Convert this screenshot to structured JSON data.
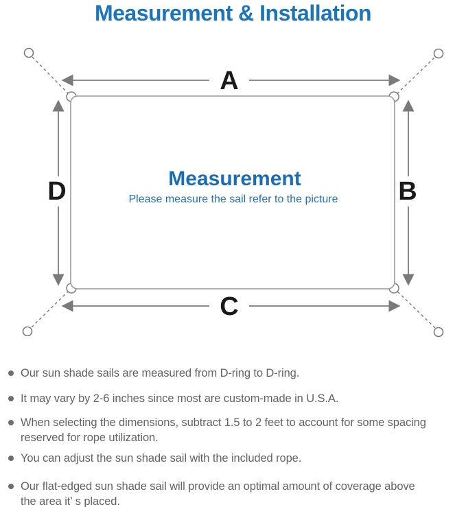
{
  "title": "Measurement & Installation",
  "diagram": {
    "labels": {
      "a": "A",
      "b": "B",
      "c": "C",
      "d": "D"
    },
    "center_title": "Measurement",
    "center_subtitle": "Please measure the sail refer to the picture"
  },
  "notes": [
    "Our sun shade sails are measured from D-ring to D-ring.",
    "It may vary by 2-6 inches since most are custom-made in U.S.A.",
    "When selecting the dimensions, subtract 1.5 to 2 feet to account for some spacing reserved for rope utilization.",
    "You can adjust the sun shade sail with the included rope.",
    "Our flat-edged sun shade sail will provide an optimal amount of coverage above the area it’ s placed."
  ],
  "colors": {
    "title_blue": "#1b75bc",
    "center_title_blue": "#1a6cb5",
    "center_subtitle_blue": "#2273b8",
    "arrow_gray": "#7a7a7a",
    "sail_border_gray": "#9b9b9b",
    "note_text_gray": "#636363"
  }
}
